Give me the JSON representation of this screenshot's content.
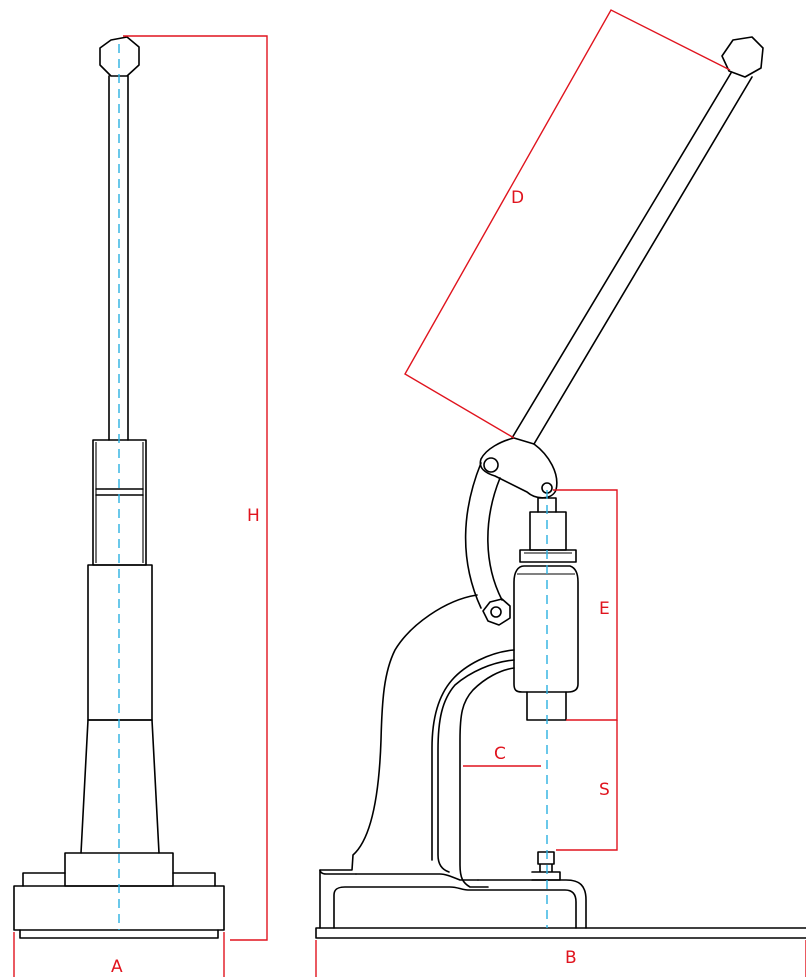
{
  "colors": {
    "dimension_lines": "#e0141e",
    "center_axis": "#2ab0e0",
    "outline": "#000000",
    "background": "#ffffff"
  },
  "dimensions": {
    "A": "A",
    "B": "B",
    "C": "C",
    "D": "D",
    "E": "E",
    "H": "H",
    "S": "S"
  }
}
